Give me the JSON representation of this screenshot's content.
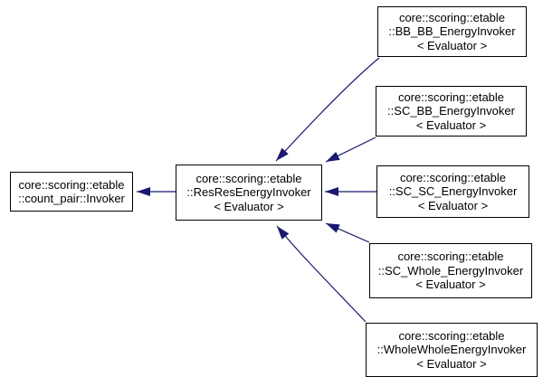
{
  "diagram": {
    "type": "inheritance-graph",
    "colors": {
      "arrow": "#191970",
      "node_border": "#000000",
      "node_fill": "#ffffff",
      "background": "#ffffff",
      "text": "#000000"
    },
    "nodes": [
      {
        "id": "count-pair-invoker",
        "lines": [
          "core::scoring::etable",
          "::count_pair::Invoker"
        ]
      },
      {
        "id": "res-res-energy-invoker",
        "lines": [
          "core::scoring::etable",
          "::ResResEnergyInvoker",
          "< Evaluator >"
        ]
      },
      {
        "id": "bb-bb-energy-invoker",
        "lines": [
          "core::scoring::etable",
          "::BB_BB_EnergyInvoker",
          "< Evaluator >"
        ]
      },
      {
        "id": "sc-bb-energy-invoker",
        "lines": [
          "core::scoring::etable",
          "::SC_BB_EnergyInvoker",
          "< Evaluator >"
        ]
      },
      {
        "id": "sc-sc-energy-invoker",
        "lines": [
          "core::scoring::etable",
          "::SC_SC_EnergyInvoker",
          "< Evaluator >"
        ]
      },
      {
        "id": "sc-whole-energy-invoker",
        "lines": [
          "core::scoring::etable",
          "::SC_Whole_EnergyInvoker",
          "< Evaluator >"
        ]
      },
      {
        "id": "whole-whole-energy-invoker",
        "lines": [
          "core::scoring::etable",
          "::WholeWholeEnergyInvoker",
          "< Evaluator >"
        ]
      }
    ],
    "edges": [
      {
        "from": "res-res-energy-invoker",
        "to": "count-pair-invoker",
        "relation": "public-inheritance"
      },
      {
        "from": "bb-bb-energy-invoker",
        "to": "res-res-energy-invoker",
        "relation": "public-inheritance"
      },
      {
        "from": "sc-bb-energy-invoker",
        "to": "res-res-energy-invoker",
        "relation": "public-inheritance"
      },
      {
        "from": "sc-sc-energy-invoker",
        "to": "res-res-energy-invoker",
        "relation": "public-inheritance"
      },
      {
        "from": "sc-whole-energy-invoker",
        "to": "res-res-energy-invoker",
        "relation": "public-inheritance"
      },
      {
        "from": "whole-whole-energy-invoker",
        "to": "res-res-energy-invoker",
        "relation": "public-inheritance"
      }
    ]
  }
}
